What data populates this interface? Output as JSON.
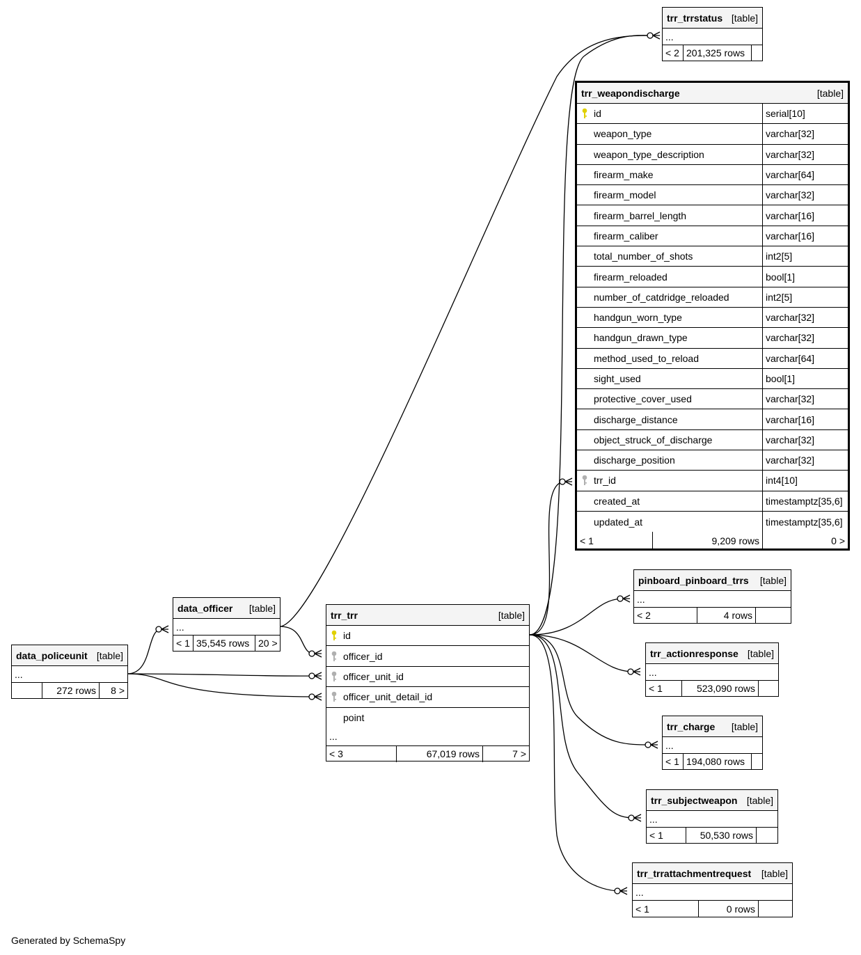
{
  "footer": "Generated by SchemaSpy",
  "colors": {
    "primary_key": "#e0d000",
    "foreign_key": "#b0b0b0",
    "header_bg": "#f4f4f4"
  },
  "tables": {
    "trr_trrstatus": {
      "name": "trr_trrstatus",
      "type": "[table]",
      "ellipsis": "...",
      "parents": "< 2",
      "rows": "201,325 rows",
      "children": ""
    },
    "trr_weapondischarge": {
      "name": "trr_weapondischarge",
      "type": "[table]",
      "columns": [
        {
          "name": "id",
          "type": "serial[10]",
          "key": "primary-key-icon"
        },
        {
          "name": "weapon_type",
          "type": "varchar[32]"
        },
        {
          "name": "weapon_type_description",
          "type": "varchar[32]"
        },
        {
          "name": "firearm_make",
          "type": "varchar[64]"
        },
        {
          "name": "firearm_model",
          "type": "varchar[32]"
        },
        {
          "name": "firearm_barrel_length",
          "type": "varchar[16]"
        },
        {
          "name": "firearm_caliber",
          "type": "varchar[16]"
        },
        {
          "name": "total_number_of_shots",
          "type": "int2[5]"
        },
        {
          "name": "firearm_reloaded",
          "type": "bool[1]"
        },
        {
          "name": "number_of_catdridge_reloaded",
          "type": "int2[5]"
        },
        {
          "name": "handgun_worn_type",
          "type": "varchar[32]"
        },
        {
          "name": "handgun_drawn_type",
          "type": "varchar[32]"
        },
        {
          "name": "method_used_to_reload",
          "type": "varchar[64]"
        },
        {
          "name": "sight_used",
          "type": "bool[1]"
        },
        {
          "name": "protective_cover_used",
          "type": "varchar[32]"
        },
        {
          "name": "discharge_distance",
          "type": "varchar[16]"
        },
        {
          "name": "object_struck_of_discharge",
          "type": "varchar[32]"
        },
        {
          "name": "discharge_position",
          "type": "varchar[32]"
        },
        {
          "name": "trr_id",
          "type": "int4[10]",
          "key": "foreign-key-icon"
        },
        {
          "name": "created_at",
          "type": "timestamptz[35,6]"
        },
        {
          "name": "updated_at",
          "type": "timestamptz[35,6]"
        }
      ],
      "parents": "< 1",
      "rows": "9,209 rows",
      "children": "0 >"
    },
    "pinboard_pinboard_trrs": {
      "name": "pinboard_pinboard_trrs",
      "type": "[table]",
      "ellipsis": "...",
      "parents": "< 2",
      "rows": "4 rows",
      "children": ""
    },
    "trr_actionresponse": {
      "name": "trr_actionresponse",
      "type": "[table]",
      "ellipsis": "...",
      "parents": "< 1",
      "rows": "523,090 rows",
      "children": ""
    },
    "trr_charge": {
      "name": "trr_charge",
      "type": "[table]",
      "ellipsis": "...",
      "parents": "< 1",
      "rows": "194,080 rows",
      "children": ""
    },
    "trr_subjectweapon": {
      "name": "trr_subjectweapon",
      "type": "[table]",
      "ellipsis": "...",
      "parents": "< 1",
      "rows": "50,530 rows",
      "children": ""
    },
    "trr_trrattachmentrequest": {
      "name": "trr_trrattachmentrequest",
      "type": "[table]",
      "ellipsis": "...",
      "parents": "< 1",
      "rows": "0 rows",
      "children": ""
    },
    "data_officer": {
      "name": "data_officer",
      "type": "[table]",
      "ellipsis": "...",
      "parents": "< 1",
      "rows": "35,545 rows",
      "children": "20 >"
    },
    "data_policeunit": {
      "name": "data_policeunit",
      "type": "[table]",
      "ellipsis": "...",
      "parents": "",
      "rows": "272 rows",
      "children": "8 >"
    },
    "trr_trr": {
      "name": "trr_trr",
      "type": "[table]",
      "columns": [
        {
          "name": "id",
          "key": "primary-key-icon"
        },
        {
          "name": "officer_id",
          "key": "foreign-key-icon"
        },
        {
          "name": "officer_unit_id",
          "key": "foreign-key-icon"
        },
        {
          "name": "officer_unit_detail_id",
          "key": "foreign-key-icon"
        },
        {
          "name": "point"
        }
      ],
      "ellipsis": "...",
      "parents": "< 3",
      "rows": "67,019 rows",
      "children": "7 >"
    }
  }
}
